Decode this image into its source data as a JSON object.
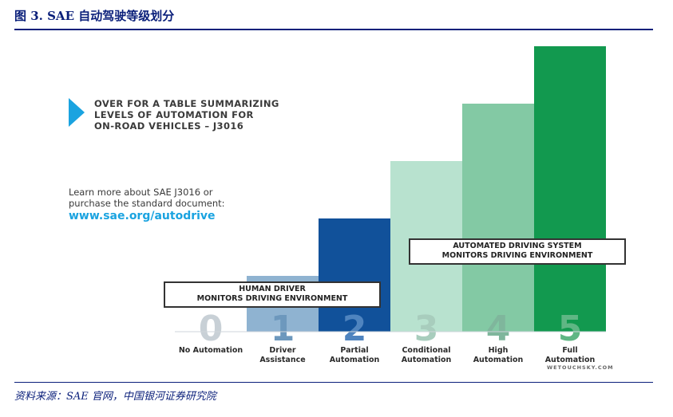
{
  "figure_title": "图 3. SAE 自动驾驶等级划分",
  "source": "资料来源：SAE 官网，中国银河证券研究院",
  "callout_lines": [
    "OVER FOR A TABLE SUMMARIZING",
    "LEVELS OF AUTOMATION FOR",
    "ON-ROAD VEHICLES – J3016"
  ],
  "learn_lines": [
    "Learn more about SAE J3016 or",
    "purchase the standard document:"
  ],
  "url": "www.sae.org/autodrive",
  "human_box": [
    "HUMAN DRIVER",
    "MONITORS DRIVING ENVIRONMENT"
  ],
  "system_box": [
    "AUTOMATED DRIVING SYSTEM",
    "MONITORS DRIVING ENVIRONMENT"
  ],
  "watermark": "WETOUCHSKY.COM",
  "colors": {
    "navy": "#0a1f7a",
    "accent": "#1aa3e0"
  },
  "chart_data": {
    "type": "bar",
    "categories": [
      "0",
      "1",
      "2",
      "3",
      "4",
      "5"
    ],
    "category_labels": [
      [
        "No Automation"
      ],
      [
        "Driver",
        "Assistance"
      ],
      [
        "Partial",
        "Automation"
      ],
      [
        "Conditional",
        "Automation"
      ],
      [
        "High",
        "Automation"
      ],
      [
        "Full",
        "Automation"
      ]
    ],
    "values": [
      0,
      1,
      2,
      3,
      4,
      5
    ],
    "ylim": [
      0,
      5
    ],
    "colors": [
      "#ffffff",
      "#8fb3d1",
      "#11519a",
      "#b8e2cf",
      "#83c9a4",
      "#12994f"
    ],
    "numeral_colors": [
      "#c8d0d6",
      "#6d98bd",
      "#4f84bf",
      "#a8cdbd",
      "#7fb69c",
      "#5fb684"
    ],
    "grid": false,
    "legend": "none"
  }
}
